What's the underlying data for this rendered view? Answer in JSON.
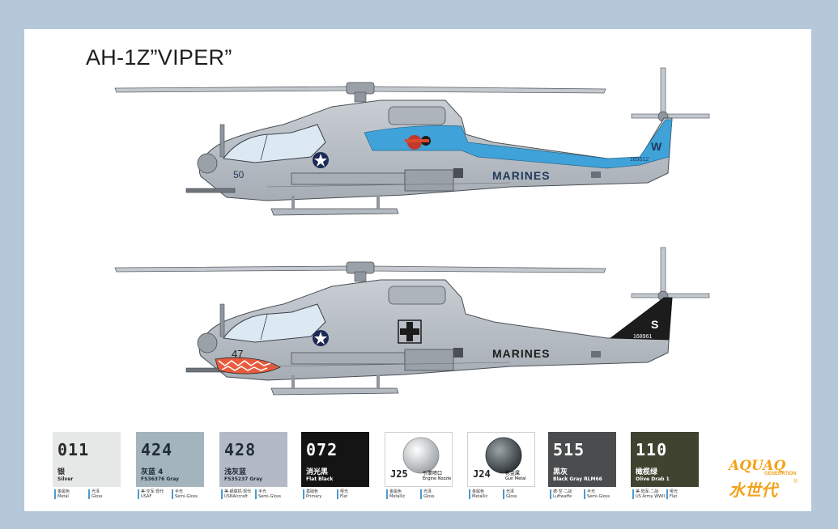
{
  "title": "AH-1Z”VIPER”",
  "aircraft": [
    {
      "nose_number": "50",
      "tail_letter": "W",
      "serial": "169512",
      "marking": "MARINES",
      "fuselage_color": "#b9bfc6",
      "accent_color": "#3fa2d8",
      "tail_color": "#3fa2d8"
    },
    {
      "nose_number": "47",
      "tail_letter": "S",
      "serial": "168961",
      "marking": "MARINES",
      "fuselage_color": "#b9bfc6",
      "accent_color": "#1c1c1c",
      "tail_color": "#1c1c1c"
    }
  ],
  "swatches": [
    {
      "code": "011",
      "cn": "银",
      "en": "Silver",
      "m1a": "金属色",
      "m1b": "Metal",
      "m2a": "光泽",
      "m2b": "Gloss",
      "color": "#e6e8e8",
      "text": "#2a2a2a"
    },
    {
      "code": "424",
      "cn": "灰蓝 4",
      "en": "FS36376 Gray",
      "m1a": "美·空军·现代",
      "m1b": "USAF",
      "m2a": "半光",
      "m2b": "Semi-Gloss",
      "color": "#a3b4bd",
      "text": "#1f2c36"
    },
    {
      "code": "428",
      "cn": "浅灰蓝",
      "en": "FS35237 Gray",
      "m1a": "美·舰载机·现代",
      "m1b": "USNAircraft",
      "m2a": "半光",
      "m2b": "Semi-Gloss",
      "color": "#b3bac6",
      "text": "#1f2c36"
    },
    {
      "code": "072",
      "cn": "消光黑",
      "en": "Flat Black",
      "m1a": "基础色",
      "m1b": "Primary",
      "m2a": "哑光",
      "m2b": "Flat",
      "color": "#141414",
      "text": "#ffffff"
    },
    {
      "code": "J25",
      "cn": "引擎喷口",
      "en": "Engine Nozzle",
      "m1a": "金属色",
      "m1b": "Metallic",
      "m2a": "光泽",
      "m2b": "Gloss",
      "color": "#ffffff",
      "ball": "#c9cccd",
      "text": "#1f1f1f"
    },
    {
      "code": "J24",
      "cn": "枪金属",
      "en": "Gun Metal",
      "m1a": "金属色",
      "m1b": "Metallic",
      "m2a": "光泽",
      "m2b": "Gloss",
      "color": "#ffffff",
      "ball": "#4a5458",
      "text": "#1f1f1f"
    },
    {
      "code": "515",
      "cn": "黑灰",
      "en": "Black Gray RLM66",
      "m1a": "德·空·二战",
      "m1b": "Luftwaffe",
      "m2a": "半光",
      "m2b": "Semi-Gloss",
      "color": "#4a4c4e",
      "text": "#ffffff"
    },
    {
      "code": "110",
      "cn": "橄榄绿",
      "en": "Olive Drab 1",
      "m1a": "美·陆军·二战",
      "m1b": "US Army WWII",
      "m2a": "哑光",
      "m2b": "Flat",
      "color": "#3f4330",
      "text": "#ffffff"
    }
  ],
  "logo": {
    "brand": "AQUAQ",
    "sub": "GENERATION",
    "cn": "水世代",
    "reg": "®",
    "color": "#f3a21a"
  }
}
